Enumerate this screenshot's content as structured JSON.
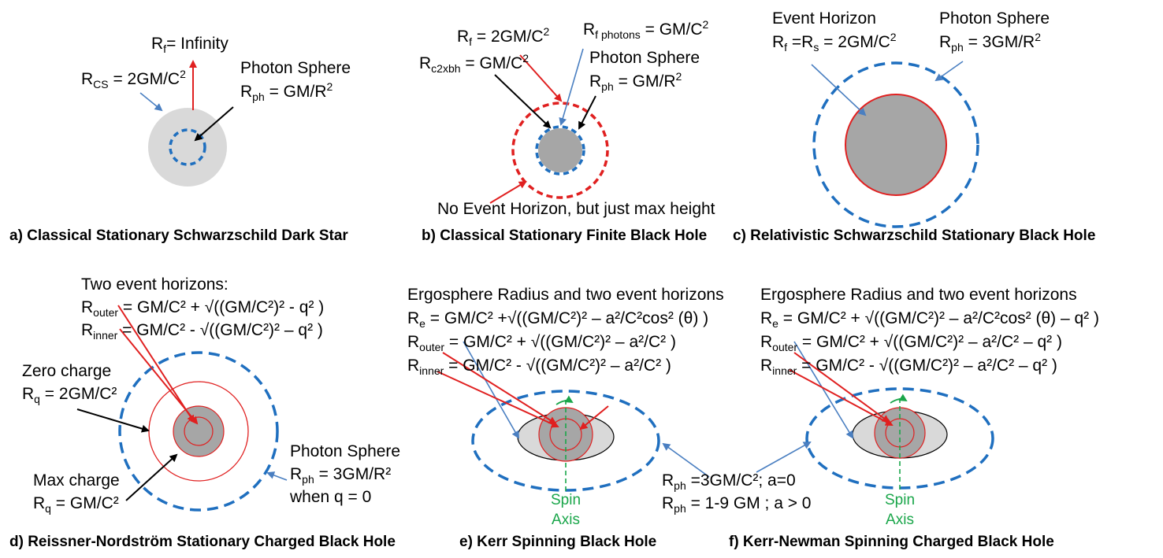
{
  "colors": {
    "dashed_blue": "#1f6fbf",
    "arrow_blue": "#4a7fc1",
    "arrow_red": "#e02020",
    "spin_green": "#1aa64a",
    "fill_light": "#d9d9d9",
    "fill_dark": "#a6a6a6"
  },
  "panel_a": {
    "caption": "a) Classical Stationary Schwarzschild Dark Star",
    "rf_label": "R",
    "rf_sub": "f",
    "rf_text": "= Infinity",
    "rcs_label": "R",
    "rcs_sub": "CS",
    "rcs_text": " = 2GM/C",
    "rcs_sup": "2",
    "photon_title": "Photon Sphere",
    "rph_label": "R",
    "rph_sub": "ph",
    "rph_text": " = GM/R",
    "rph_sup": "2"
  },
  "panel_b": {
    "caption": "b) Classical Stationary Finite Black Hole",
    "rf_label": "R",
    "rf_sub": "f",
    "rf_text": " = 2GM/C",
    "rf_sup": "2",
    "rfph_label": "R",
    "rfph_sub": "f photons",
    "rfph_text": " = GM/C",
    "rfph_sup": "2",
    "rc2_label": "R",
    "rc2_sub": "c2xbh",
    "rc2_text": " = GM/C",
    "rc2_sup": "2",
    "photon_title": "Photon Sphere",
    "rph_label": "R",
    "rph_sub": "ph",
    "rph_text": " = GM/R",
    "rph_sup": "2",
    "note": "No Event Horizon, but just max height"
  },
  "panel_c": {
    "caption": "c) Relativistic Schwarzschild Stationary Black Hole",
    "eh_title": "Event Horizon",
    "rf_label": "R",
    "rf_sub": "f",
    "rf_mid": " =R",
    "rf_sub2": "s",
    "rf_text": " = 2GM/C",
    "rf_sup": "2",
    "photon_title": "Photon Sphere",
    "rph_label": "R",
    "rph_sub": "ph",
    "rph_text": " = 3GM/R",
    "rph_sup": "2"
  },
  "panel_d": {
    "caption": "d) Reissner-Nordström Stationary Charged Black Hole",
    "title": "Two event horizons:",
    "router_label": "R",
    "router_sub": "outer",
    "router_text": " = GM/C² + √((GM/C²)² - q² )",
    "rinner_label": "R",
    "rinner_sub": "inner",
    "rinner_text": "  = GM/C² - √((GM/C²)² – q² )",
    "zero_title": "Zero charge",
    "rq0_label": "R",
    "rq0_sub": "q",
    "rq0_text": " = 2GM/C²",
    "max_title": "Max charge",
    "rqm_label": "R",
    "rqm_sub": "q",
    "rqm_text": " = GM/C²",
    "photon_title": "Photon Sphere",
    "rph_label": "R",
    "rph_sub": "ph",
    "rph_text": " = 3GM/R²",
    "rph_note": "when q = 0"
  },
  "panel_e": {
    "caption": "e) Kerr Spinning  Black Hole",
    "title": "Ergosphere Radius and two event horizons",
    "re_label": "R",
    "re_sub": "e",
    "re_text": " = GM/C² +√((GM/C²)² – a²/C²cos² (θ) )",
    "router_label": "R",
    "router_sub": "outer",
    "router_text": " = GM/C² + √((GM/C²)² – a²/C²  )",
    "rinner_label": "R",
    "rinner_sub": "inner",
    "rinner_text": "  = GM/C² - √((GM/C²)² – a²/C² )",
    "spin_1": "Spin",
    "spin_2": "Axis",
    "rph1_label": "R",
    "rph1_sub": "ph",
    "rph1_text": " =3GM/C²; a=0",
    "rph2_label": "R",
    "rph2_sub": "ph",
    "rph2_text": " = 1-9 GM ; a > 0"
  },
  "panel_f": {
    "caption": "f) Kerr-Newman Spinning Charged Black Hole",
    "title": "Ergosphere Radius and two event horizons",
    "re_label": "R",
    "re_sub": "e",
    "re_text": " = GM/C² + √((GM/C²)² – a²/C²cos² (θ) – q² )",
    "router_label": "R",
    "router_sub": "outer",
    "router_text": " = GM/C² + √((GM/C²)² – a²/C² – q² )",
    "rinner_label": "R",
    "rinner_sub": "inner",
    "rinner_text": "  = GM/C² - √((GM/C²)² – a²/C² – q² )",
    "spin_1": "Spin",
    "spin_2": "Axis"
  }
}
